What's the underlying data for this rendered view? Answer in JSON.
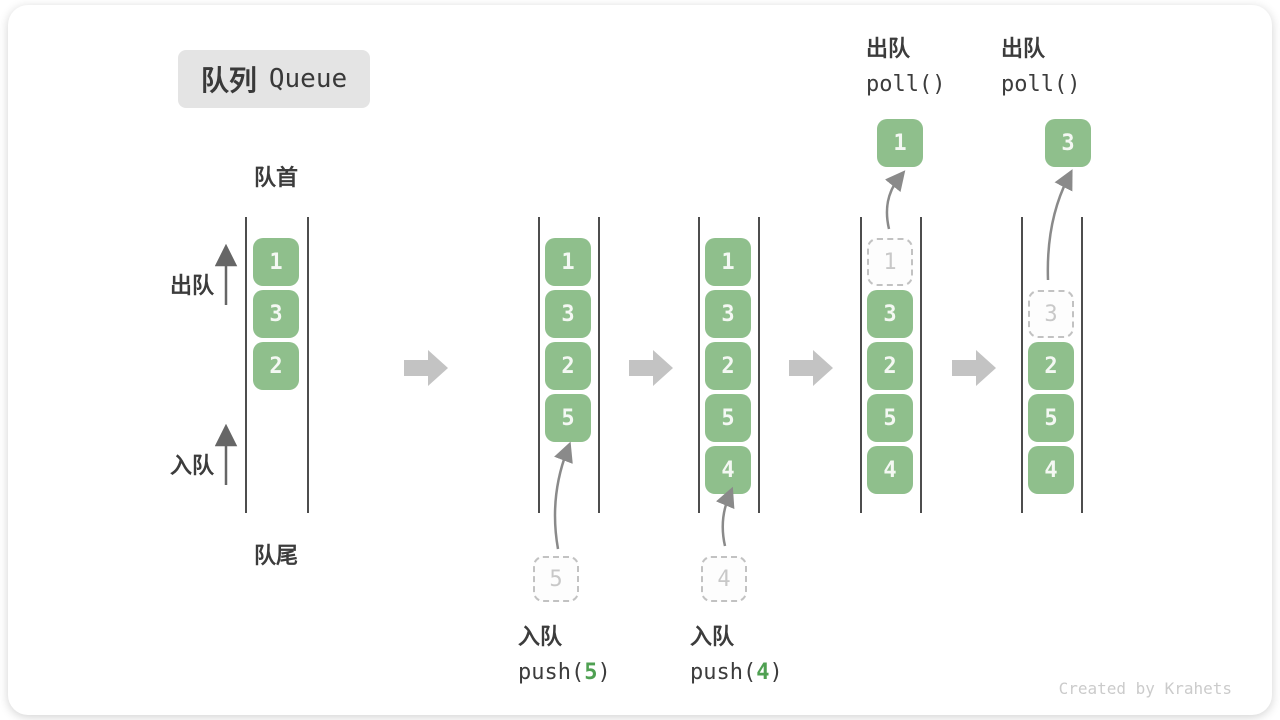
{
  "title": {
    "cn": "队列",
    "en": "Queue"
  },
  "labels": {
    "front": "队首",
    "rear": "队尾",
    "dequeue": "出队",
    "enqueue": "入队"
  },
  "states": [
    {
      "slots": [
        "1",
        "3",
        "2"
      ]
    },
    {
      "slots": [
        "1",
        "3",
        "2",
        "5"
      ],
      "incoming": "5"
    },
    {
      "slots": [
        "1",
        "3",
        "2",
        "5",
        "4"
      ],
      "incoming": "4"
    },
    {
      "ghost": "1",
      "slots": [
        "3",
        "2",
        "5",
        "4"
      ],
      "outgoing": "1"
    },
    {
      "ghost": "3",
      "slots": [
        "2",
        "5",
        "4"
      ],
      "outgoing": "3"
    }
  ],
  "operations": {
    "push5": {
      "label": "入队",
      "fn_open": "push(",
      "arg": "5",
      "fn_close": ")"
    },
    "push4": {
      "label": "入队",
      "fn_open": "push(",
      "arg": "4",
      "fn_close": ")"
    },
    "poll1": {
      "label": "出队",
      "fn": "poll()"
    },
    "poll2": {
      "label": "出队",
      "fn": "poll()"
    }
  },
  "watermark": "Created by Krahets",
  "colors": {
    "cell_green": "#8fbf8c",
    "arg_green": "#4fa052",
    "flow_arrow_gray": "#c3c3c3",
    "badge_bg": "#e4e4e4",
    "text_dark": "#3c3c3c",
    "ghost_gray": "#c8c8c8",
    "wall_gray": "#4d4d4d",
    "curve_arrow_gray": "#8a8a8a"
  }
}
